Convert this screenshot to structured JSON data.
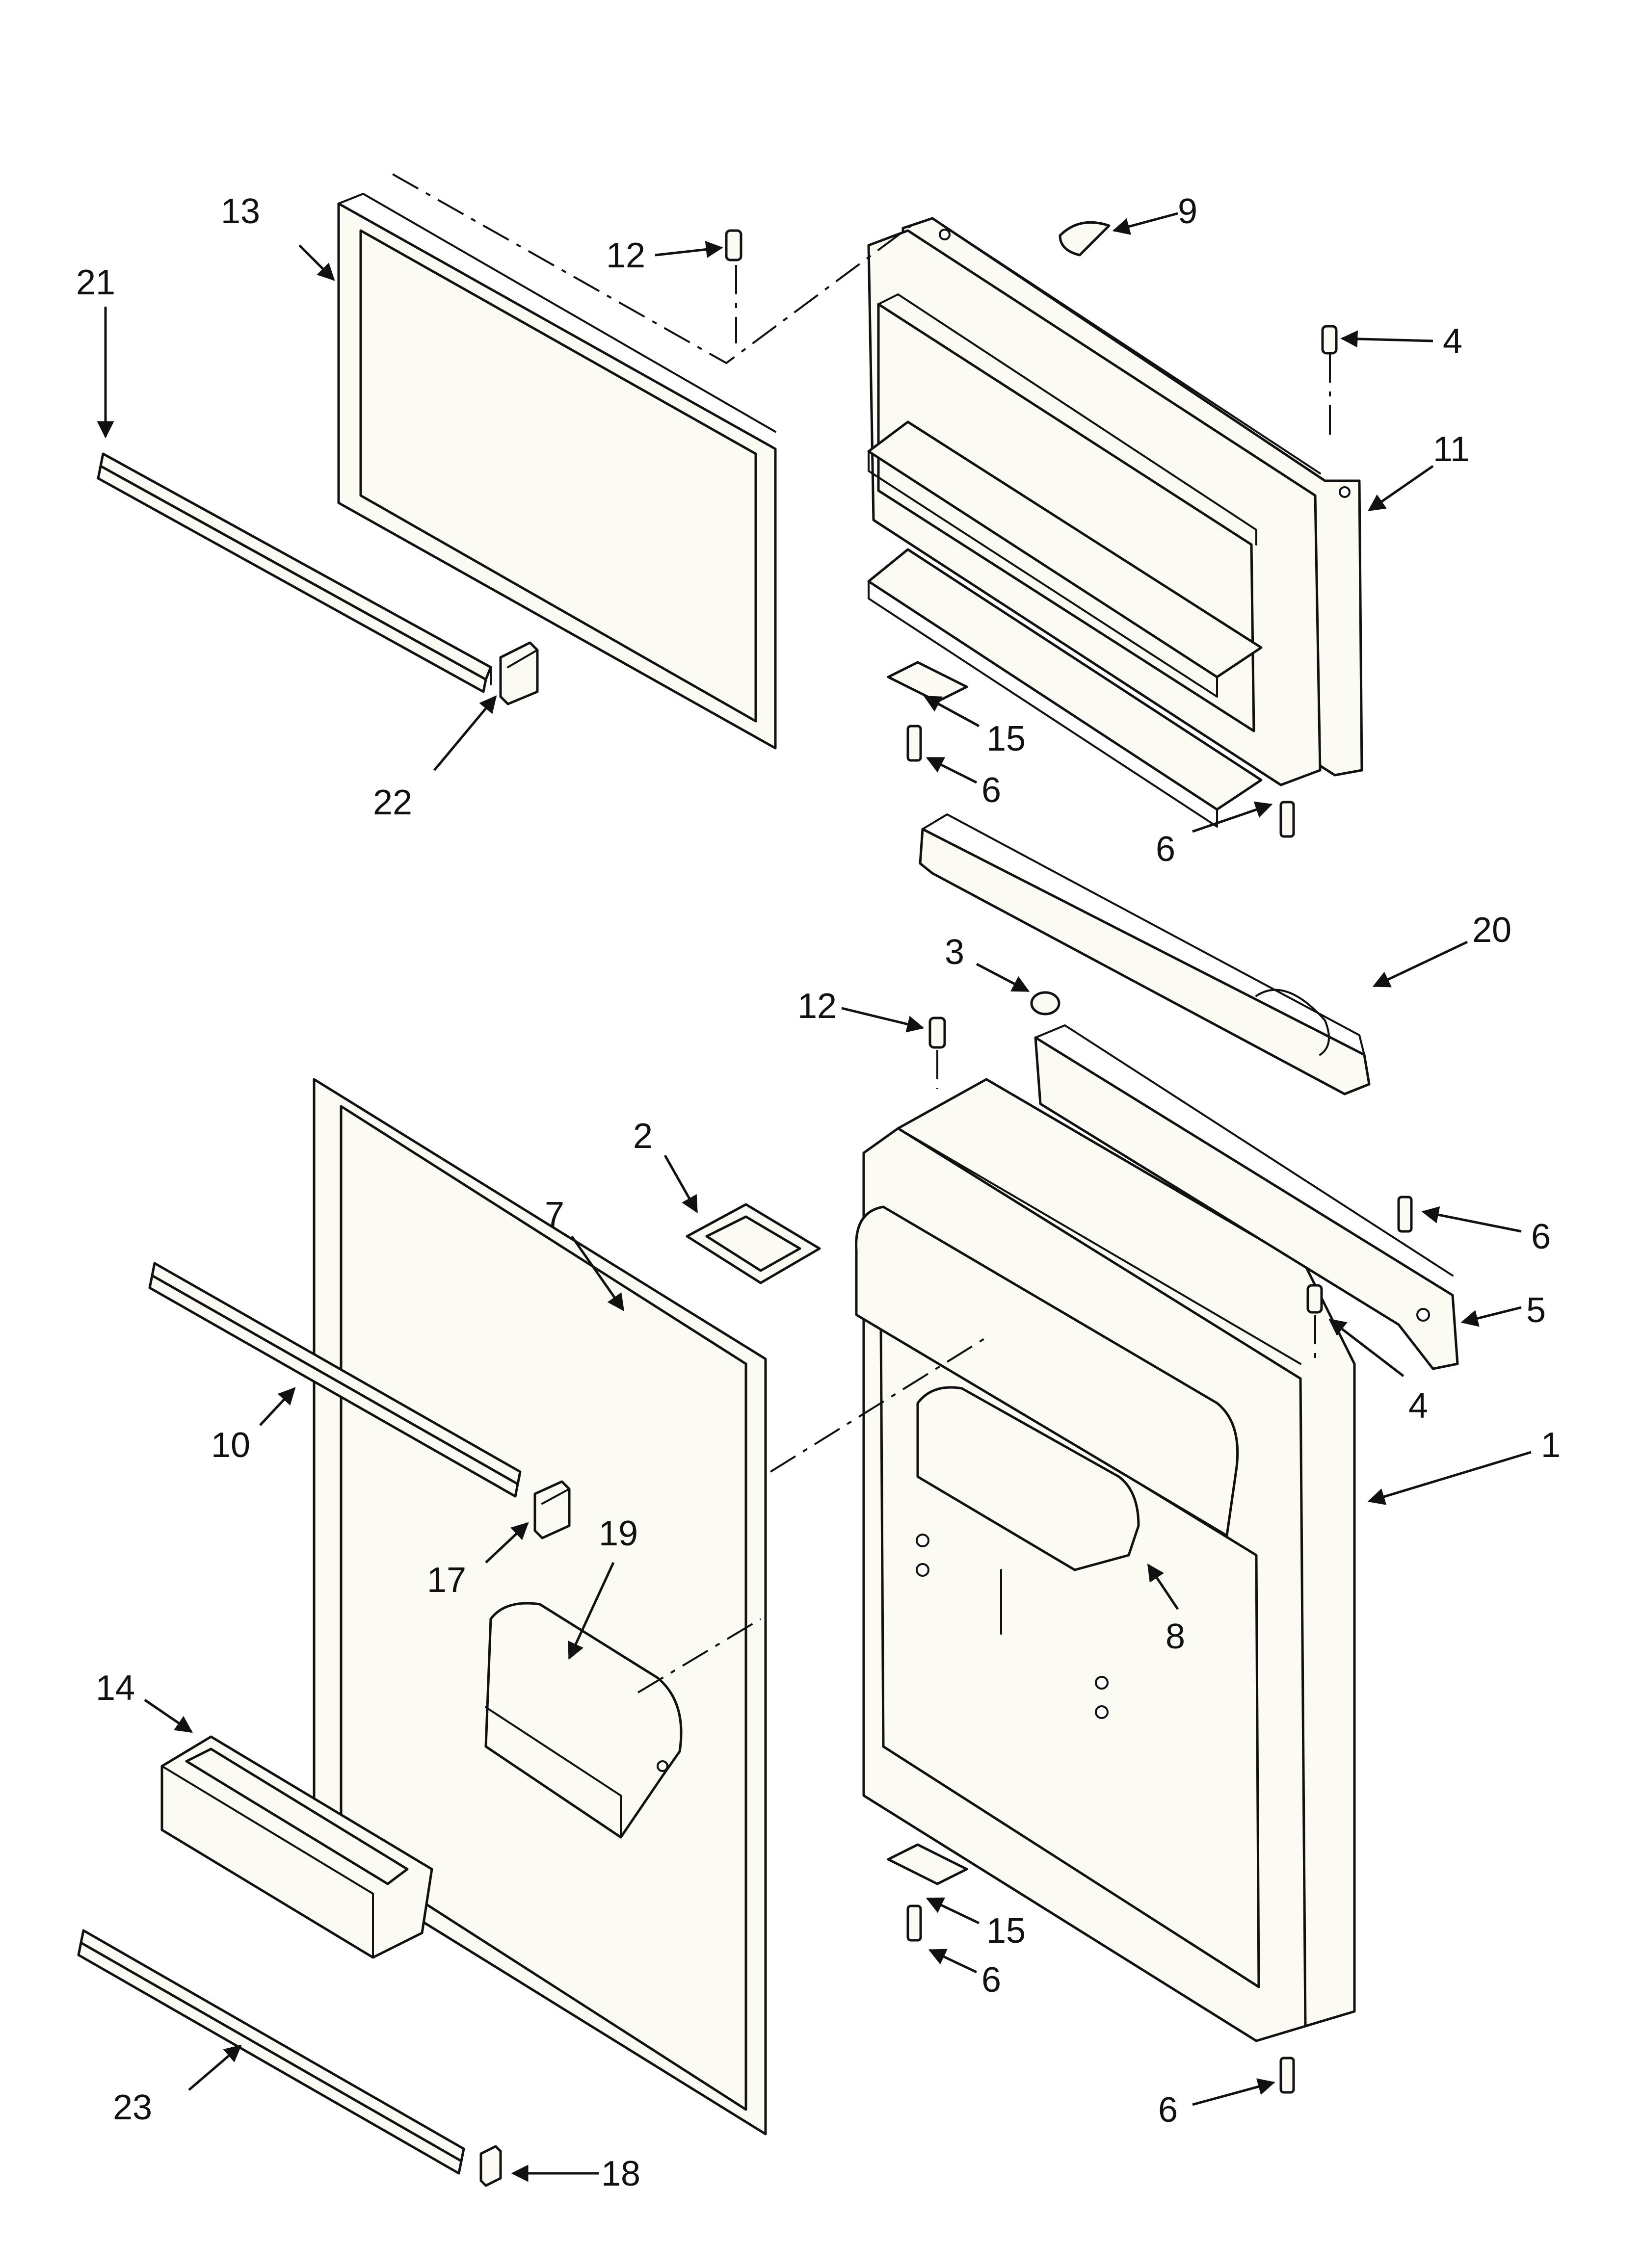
{
  "callouts": [
    {
      "id": "c13",
      "label": "13"
    },
    {
      "id": "c21",
      "label": "21"
    },
    {
      "id": "c12a",
      "label": "12"
    },
    {
      "id": "c9",
      "label": "9"
    },
    {
      "id": "c4a",
      "label": "4"
    },
    {
      "id": "c11",
      "label": "11"
    },
    {
      "id": "c22",
      "label": "22"
    },
    {
      "id": "c15a",
      "label": "15"
    },
    {
      "id": "c6a",
      "label": "6"
    },
    {
      "id": "c6b",
      "label": "6"
    },
    {
      "id": "c20",
      "label": "20"
    },
    {
      "id": "c3",
      "label": "3"
    },
    {
      "id": "c12b",
      "label": "12"
    },
    {
      "id": "c2",
      "label": "2"
    },
    {
      "id": "c7",
      "label": "7"
    },
    {
      "id": "c6c",
      "label": "6"
    },
    {
      "id": "c5",
      "label": "5"
    },
    {
      "id": "c4b",
      "label": "4"
    },
    {
      "id": "c1",
      "label": "1"
    },
    {
      "id": "c10",
      "label": "10"
    },
    {
      "id": "c19",
      "label": "19"
    },
    {
      "id": "c17",
      "label": "17"
    },
    {
      "id": "c8",
      "label": "8"
    },
    {
      "id": "c14",
      "label": "14"
    },
    {
      "id": "c15b",
      "label": "15"
    },
    {
      "id": "c6d",
      "label": "6"
    },
    {
      "id": "c6e",
      "label": "6"
    },
    {
      "id": "c23",
      "label": "23"
    },
    {
      "id": "c18",
      "label": "18"
    }
  ]
}
